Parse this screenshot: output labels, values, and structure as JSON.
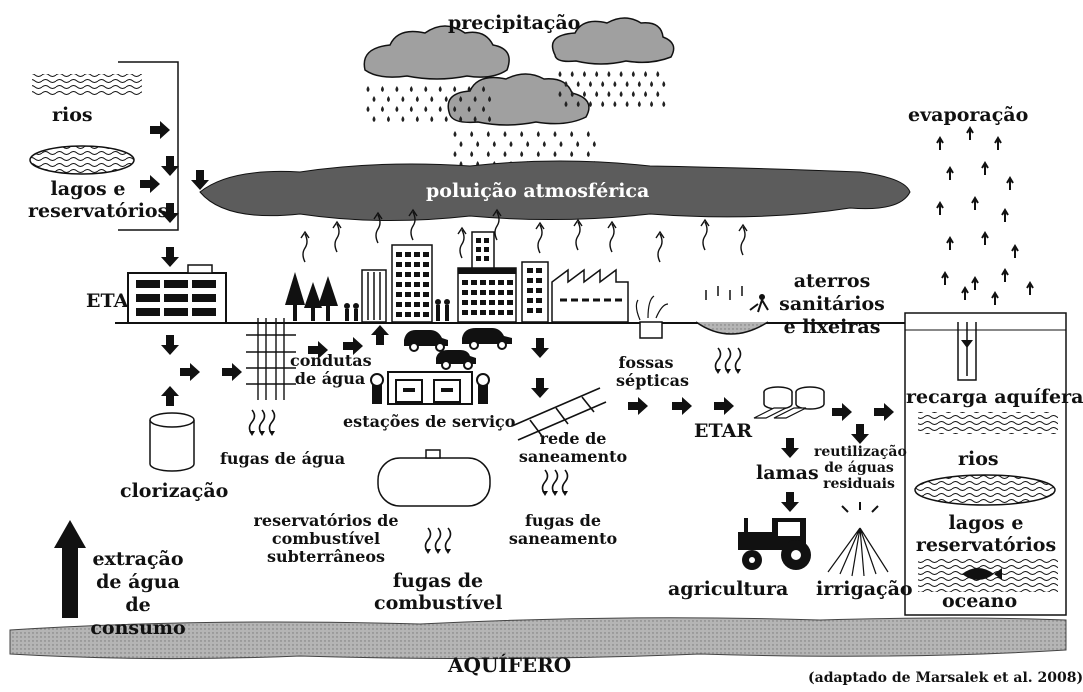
{
  "diagram": {
    "labels": {
      "precipitacao": "precipitação",
      "evaporacao": "evaporação",
      "poluicao": "poluição atmosférica",
      "rios_left": "rios",
      "lagos_left": "lagos e\nreservatórios",
      "eta": "ETA",
      "aterros": "aterros\nsanitários\ne lixeiras",
      "condutas": "condutas\nde água",
      "fugas_agua": "fugas de água",
      "clorizacao": "clorização",
      "estacoes": "estações de serviço",
      "rede": "rede de\nsaneamento",
      "fossas": "fossas\nsépticas",
      "etar": "ETAR",
      "recarga": "recarga aquífera",
      "rios_right": "rios",
      "lagos_right": "lagos e\nreservatórios",
      "oceano": "oceano",
      "reutilizacao": "reutilização\nde águas\nresiduais",
      "lamas": "lamas",
      "reservatorios_comb": "reservatórios de\ncombustível\nsubterrâneos",
      "fugas_saneamento": "fugas de\nsaneamento",
      "fugas_combustivel": "fugas de\ncombustível",
      "agricultura": "agricultura",
      "irrigacao": "irrigação",
      "extracao": "extração\nde água\nde consumo",
      "aquifero": "AQUÍFERO",
      "fonte": "(adaptado de Marsalek et al. 2008)"
    },
    "icons": {
      "cloud": "cloud-icon",
      "raindrops": "raindrops-icon",
      "building": "building-icon",
      "tree": "tree-icon",
      "car": "car-icon",
      "factory": "factory-icon",
      "tractor": "tractor-icon",
      "fish": "fish-icon",
      "arrow": "arrow-icon",
      "leak": "leak-icon"
    },
    "colors": {
      "ink": "#111111",
      "cloud": "#9a9a9a",
      "pollution": "#5c5c5c",
      "aquifer": "#a8a8a8",
      "pipes": "#7a7a7a"
    }
  }
}
